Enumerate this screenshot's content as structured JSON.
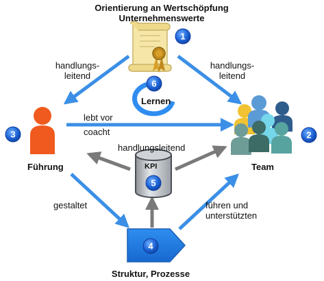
{
  "title": {
    "line1": "Orientierung an Wertschöpfung",
    "line2": "Unternehmenswerte"
  },
  "nodes": {
    "fuehrung": "Führung",
    "team": "Team",
    "struktur": "Struktur, Prozesse",
    "lernen": "Lernen",
    "kpi": "KPI"
  },
  "badges": {
    "werte": "1",
    "team": "2",
    "fuehrung": "3",
    "struktur": "4",
    "kpi": "5",
    "lernen": "6"
  },
  "edges": {
    "werte_to_fuehrung": [
      "handlungs-",
      "leitend"
    ],
    "werte_to_team": [
      "handlungs-",
      "leitend"
    ],
    "fuehrung_to_team_top": "lebt vor",
    "fuehrung_to_team_bottom": "coacht",
    "kpi_outputs": "handlungsleitend",
    "fuehrung_to_struktur": "gestaltet",
    "struktur_to_team": [
      "führen und",
      "unterstützten"
    ]
  },
  "colors": {
    "arrow_blue": "#3b8fe6",
    "arrow_gray": "#7a7a7a",
    "person_orange": "#f05a1e",
    "badge_blue": "#1e63d6",
    "scroll": "#f6e7a8",
    "ribbon": "#c08a1e"
  }
}
